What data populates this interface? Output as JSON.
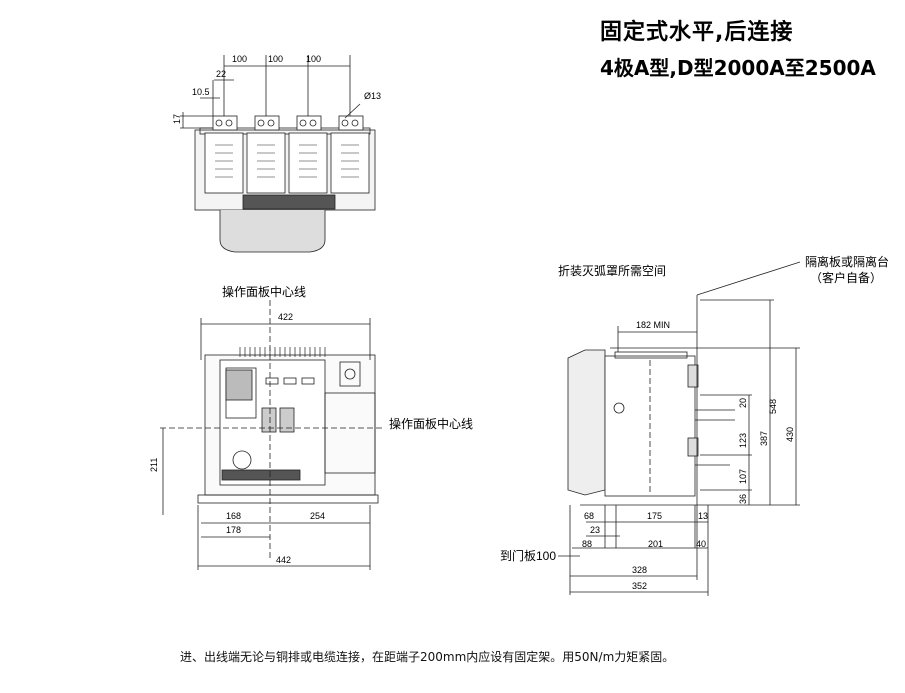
{
  "title": {
    "line1": "固定式水平,后连接",
    "line2": "4极A型,D型2000A至2500A"
  },
  "top_view": {
    "pitch_dims": [
      "100",
      "100",
      "100"
    ],
    "dim_22": "22",
    "dim_10_5": "10.5",
    "dim_17": "17",
    "hole_dia": "Ø13"
  },
  "front_view": {
    "center_label_top": "操作面板中心线",
    "center_label_right": "操作面板中心线",
    "dim_422": "422",
    "dim_211": "211",
    "dim_168": "168",
    "dim_254": "254",
    "dim_178": "178",
    "dim_442": "442"
  },
  "side_view": {
    "arc_space_label": "折装灭弧罩所需空间",
    "barrier_label_1": "隔离板或隔离台",
    "barrier_label_2": "（客户自备）",
    "dim_182min": "182 MIN",
    "dim_20": "20",
    "dim_123": "123",
    "dim_107": "107",
    "dim_36": "36",
    "dim_387": "387",
    "dim_548": "548",
    "dim_430": "430",
    "dim_68": "68",
    "dim_175": "175",
    "dim_13": "13",
    "dim_23": "23",
    "dim_88": "88",
    "dim_201": "201",
    "dim_40": "40",
    "door_label": "到门板100",
    "dim_328": "328",
    "dim_352": "352"
  },
  "note": "进、出线端无论与铜排或电缆连接，在距端子200mm内应设有固定架。用50N/m力矩紧固。"
}
